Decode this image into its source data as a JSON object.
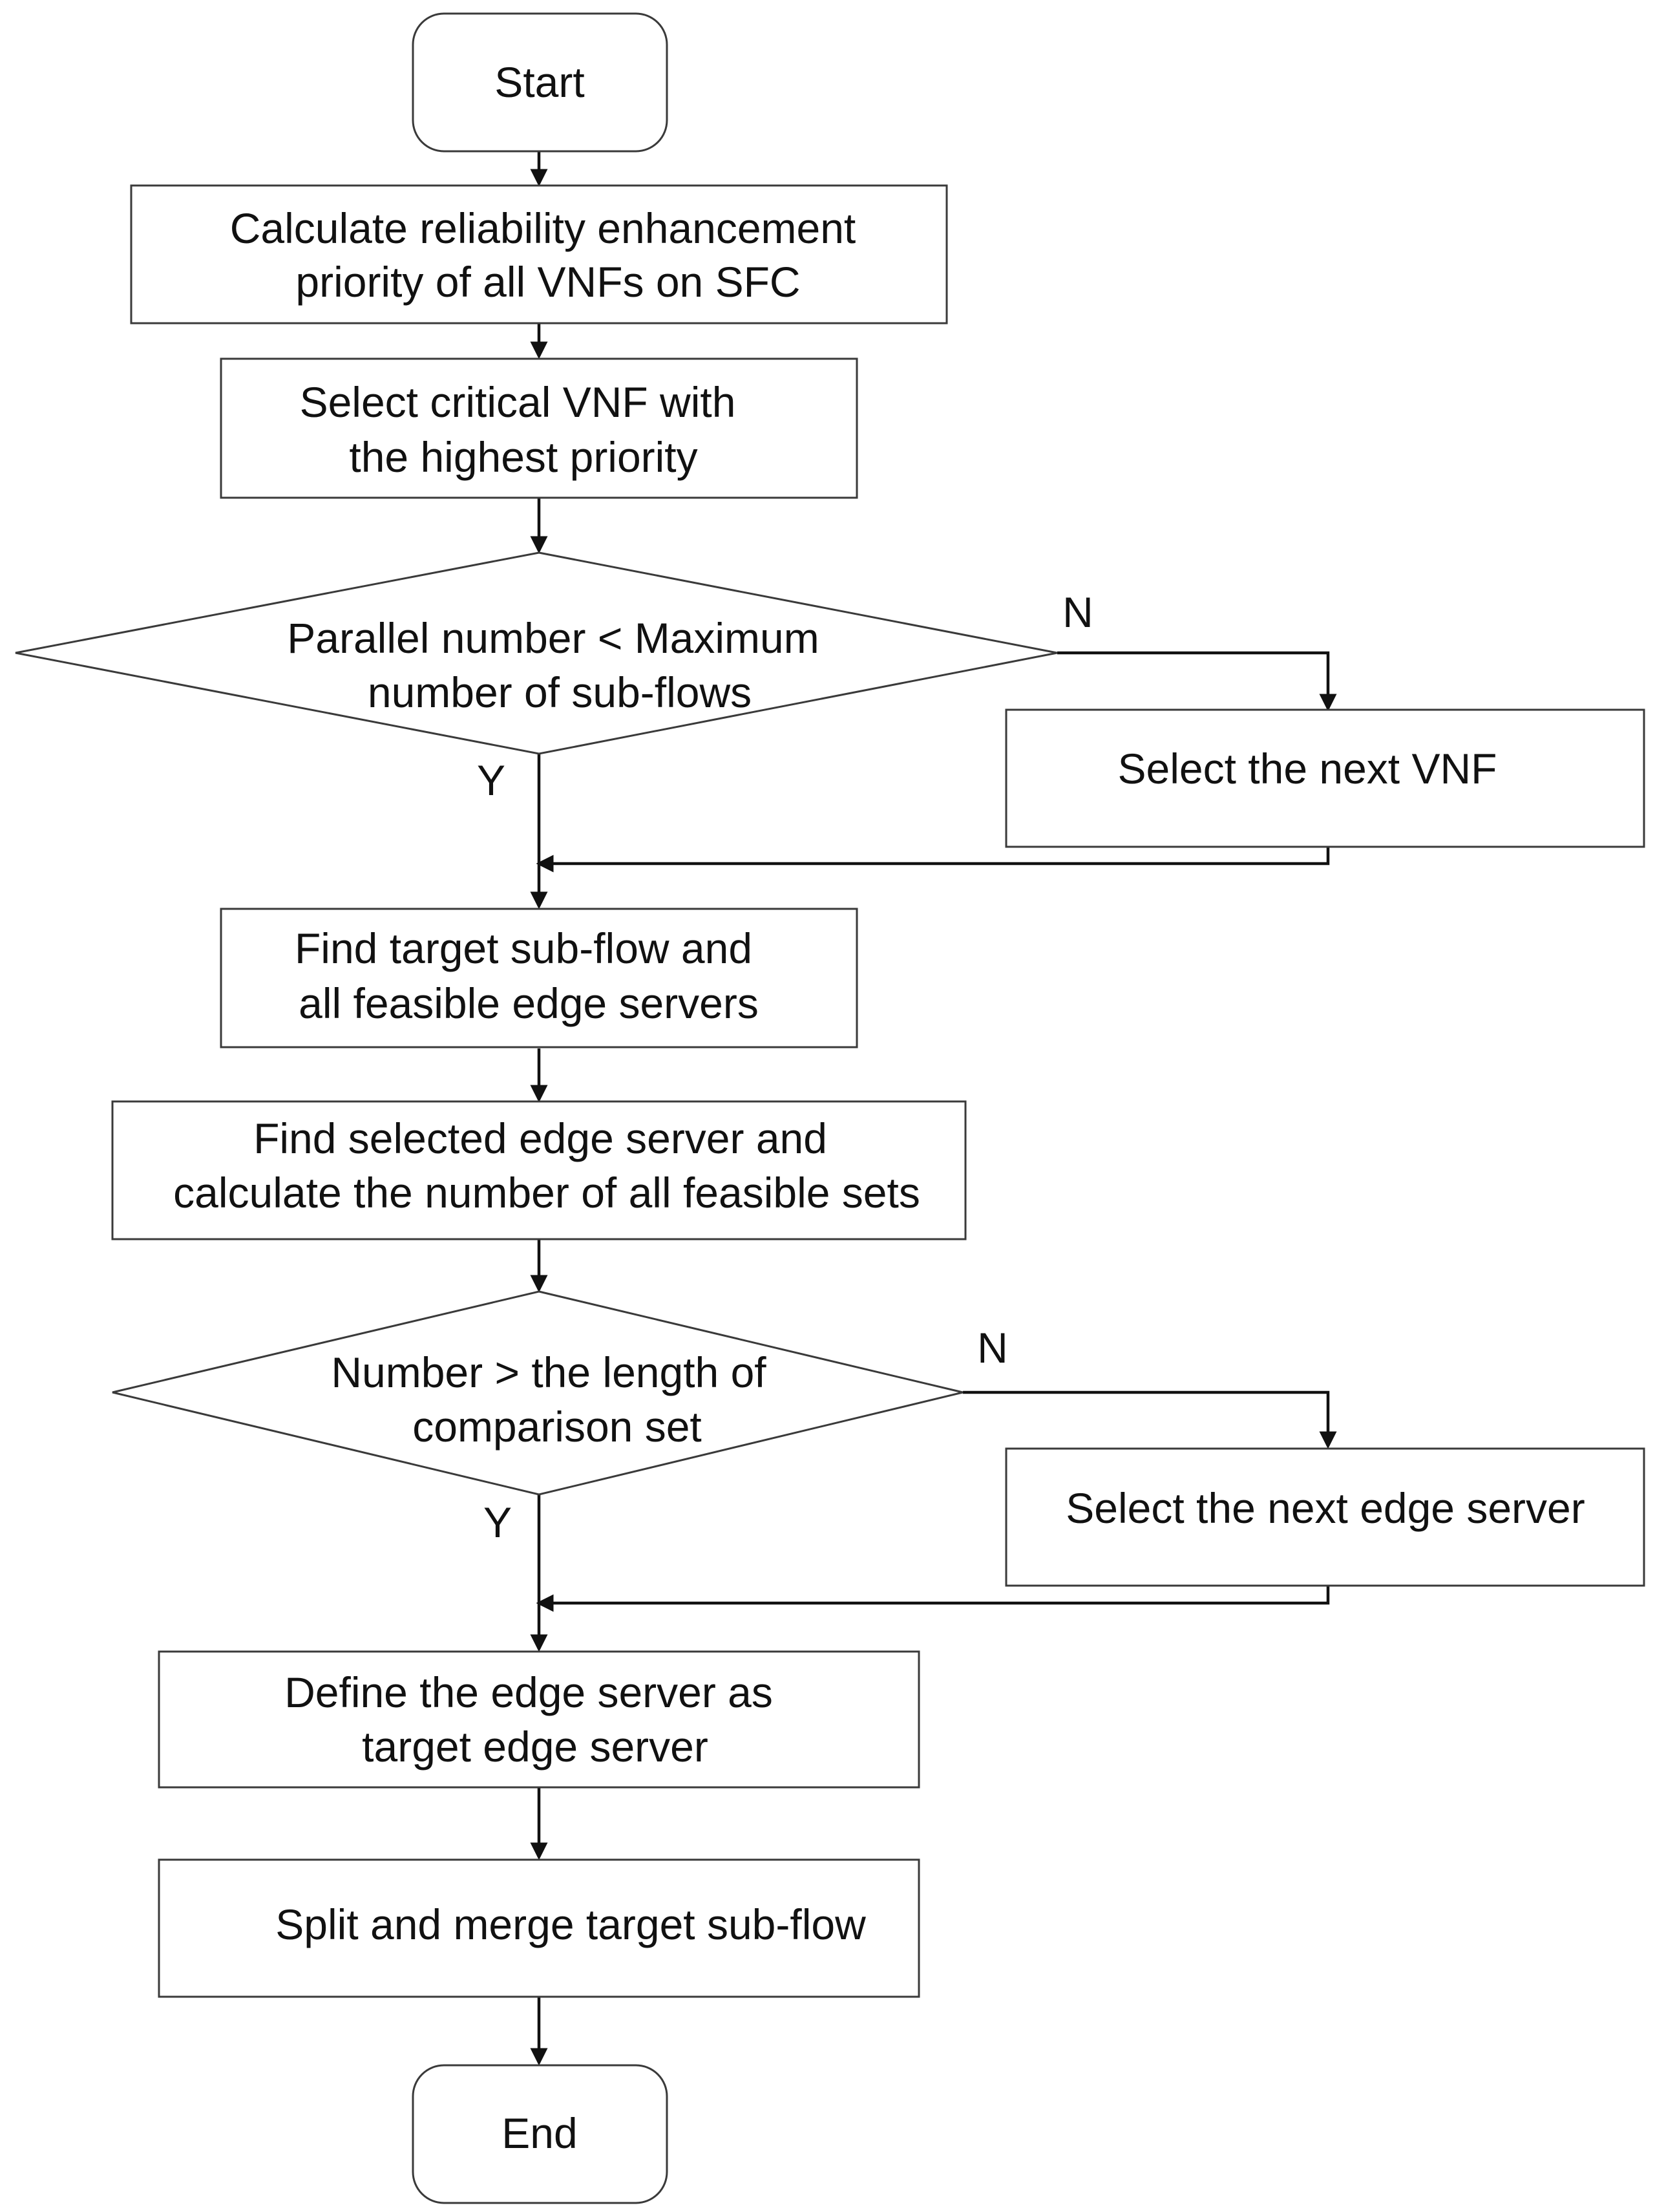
{
  "nodes": {
    "start": {
      "lines": [
        "Start"
      ]
    },
    "calc_priority": {
      "lines": [
        "Calculate reliability enhancement",
        "priority of all VNFs on SFC"
      ]
    },
    "select_critical": {
      "lines": [
        "Select critical VNF with",
        "the highest priority"
      ]
    },
    "decision_parallel": {
      "lines": [
        "Parallel number < Maximum",
        "number of sub-flows"
      ]
    },
    "select_next_vnf": {
      "lines": [
        "Select the next VNF"
      ]
    },
    "find_target": {
      "lines": [
        "Find target sub-flow and",
        "all feasible edge servers"
      ]
    },
    "find_selected": {
      "lines": [
        "Find selected edge server and",
        "calculate the number of all feasible sets"
      ]
    },
    "decision_number": {
      "lines": [
        "Number > the length of",
        "comparison set"
      ]
    },
    "select_next_server": {
      "lines": [
        "Select the next edge server"
      ]
    },
    "define_server": {
      "lines": [
        "Define the edge server as",
        "target edge server"
      ]
    },
    "split_merge": {
      "lines": [
        "Split and merge target sub-flow"
      ]
    },
    "end": {
      "lines": [
        "End"
      ]
    }
  },
  "branch_labels": {
    "parallel_no": "N",
    "parallel_yes": "Y",
    "number_no": "N",
    "number_yes": "Y"
  }
}
